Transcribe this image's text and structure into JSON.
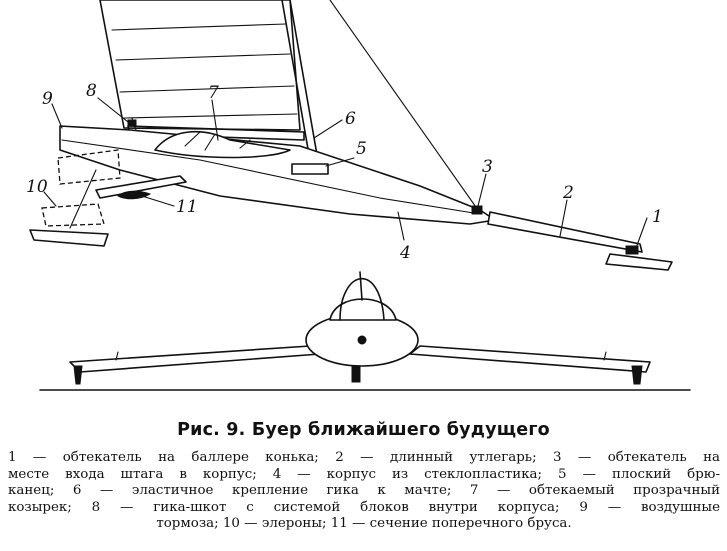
{
  "figure": {
    "callouts": [
      "1",
      "2",
      "3",
      "4",
      "5",
      "6",
      "7",
      "8",
      "9",
      "10",
      "11"
    ]
  },
  "caption": "Рис. 9. Буер ближайшего будущего",
  "legend_lines": [
    "1 — обтекатель на баллере конька; 2 — длинный утлегарь; 3 — обтекатель на",
    "месте входа штага в корпус; 4 — корпус из стеклопластика; 5 — плоский брю-",
    "канец; 6 — эластичное крепление гика к мачте; 7 — обтекаемый прозрачный",
    "козырек; 8 — гика-шкот с системой блоков внутри корпуса; 9 — воздушные",
    "тормоза; 10 — элероны; 11 — сечение поперечного бруса."
  ]
}
